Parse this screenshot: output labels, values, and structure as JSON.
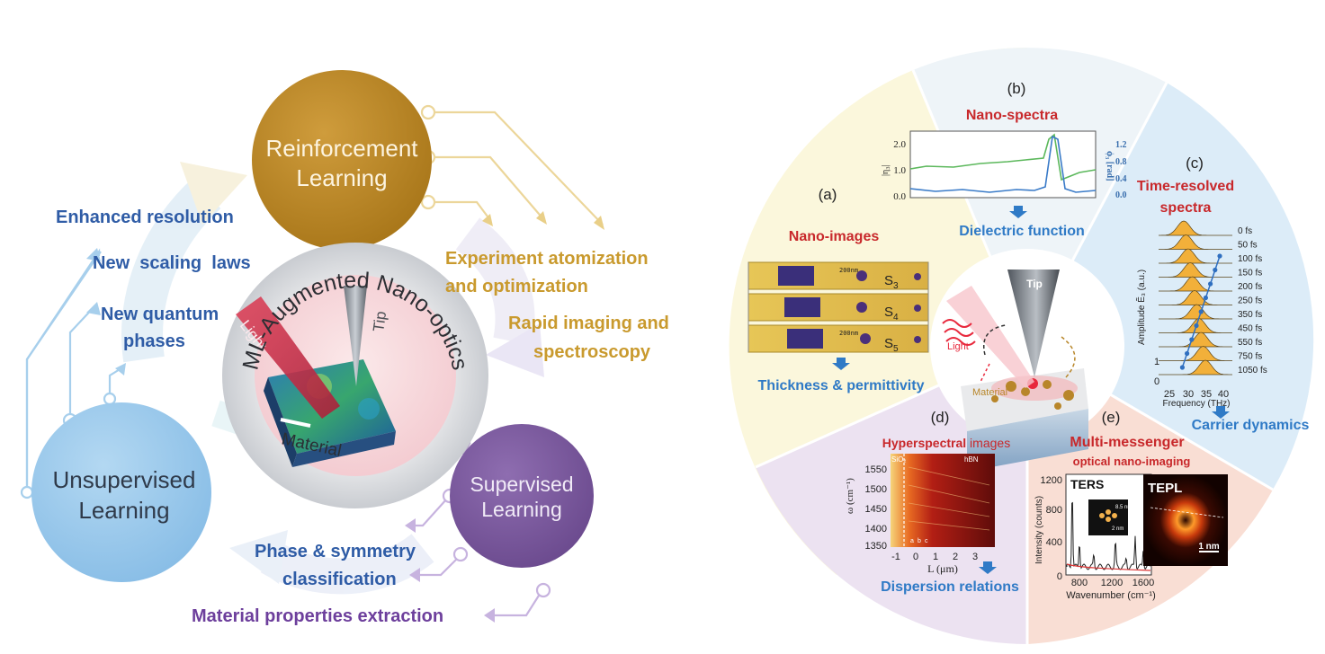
{
  "left": {
    "nodes": {
      "reinforcement": [
        "Reinforcement",
        "Learning"
      ],
      "unsupervised": [
        "Unsupervised",
        "Learning"
      ],
      "supervised": [
        "Supervised",
        "Learning"
      ],
      "center_title": "ML-Augmented Nano-optics",
      "light": "Light",
      "tip": "Tip",
      "material": "Material"
    },
    "unsupervised_outcomes": [
      "Enhanced resolution",
      "New  scaling  laws",
      "New quantum",
      "phases"
    ],
    "reinforcement_outcomes": [
      "Experiment atomization",
      "and optimization",
      "Rapid imaging and",
      "spectroscopy"
    ],
    "supervised_outcomes": [
      "Phase & symmetry",
      "classification",
      "Material properties extraction"
    ],
    "colors": {
      "reinforcement": "#b8862a",
      "unsupervised": "#9cc9ea",
      "supervised": "#7a5a9c",
      "blue_text": "#2f5ca6",
      "gold_text": "#c99a2e",
      "purple_text": "#6d3f9c"
    }
  },
  "right": {
    "panels": {
      "a": {
        "letter": "(a)",
        "title": "Nano-images",
        "layers": [
          "S",
          "S",
          "S"
        ],
        "subs": [
          "3",
          "4",
          "5"
        ],
        "scale": "200nm",
        "result": "Thickness & permittivity"
      },
      "b": {
        "letter": "(b)",
        "title": "Nano-spectra",
        "result": "Dielectric function",
        "left_axis_label": "|η₃|",
        "right_axis_label": "ϕ₃ [rad]",
        "left_ticks": [
          "2.0",
          "1.0",
          "0.0"
        ],
        "right_ticks": [
          "1.2",
          "0.8",
          "0.4",
          "0.0"
        ]
      },
      "c": {
        "letter": "(c)",
        "title": [
          "Time-resolved",
          "spectra"
        ],
        "result": "Carrier dynamics",
        "delays": [
          "0 fs",
          "50 fs",
          "100 fs",
          "150 fs",
          "200 fs",
          "250 fs",
          "350 fs",
          "450 fs",
          "550 fs",
          "750 fs",
          "1050 fs"
        ],
        "x_ticks": [
          "25",
          "30",
          "35",
          "40"
        ],
        "xlabel": "Frequency (THz)",
        "ylabel": "Amplitude Ẽ₃ (a.u.)",
        "y_ticks": [
          "0",
          "1"
        ]
      },
      "d": {
        "letter": "(d)",
        "title_bold": "Hyperspectral",
        "title_rest": " images",
        "result": "Dispersion relations",
        "y_ticks": [
          "1550",
          "1500",
          "1450",
          "1400",
          "1350"
        ],
        "x_ticks": [
          "-1",
          "0",
          "1",
          "2",
          "3"
        ],
        "ylabel": "ω (cm⁻¹)",
        "xlabel": "L (μm)",
        "region_left": "SiO₂",
        "region_right": "hBN",
        "abc": [
          "a",
          "b",
          "c"
        ]
      },
      "e": {
        "letter": "(e)",
        "title": "Multi-messenger",
        "subtitle": "optical nano-imaging",
        "ters": "TERS",
        "tepl": "TEPL",
        "ters_scale": "2 nm",
        "ters_dim": "8.5 nm",
        "tepl_scale": "1 nm",
        "y_ticks": [
          "1200",
          "800",
          "400",
          "0"
        ],
        "x_ticks": [
          "800",
          "1200",
          "1600"
        ],
        "ylabel": "Intensity (counts)",
        "xlabel": "Wavenumber (cm⁻¹)"
      }
    },
    "center": {
      "tip": "Tip",
      "light": "Light",
      "material": "Material"
    },
    "colors": {
      "a_bg": "#fbf7dc",
      "b_bg": "#eef4f8",
      "c_bg": "#dcecf8",
      "d_bg": "#ece2f1",
      "e_bg": "#f9ded4",
      "title_red": "#c8282b",
      "result_blue": "#2f7ac6"
    }
  }
}
